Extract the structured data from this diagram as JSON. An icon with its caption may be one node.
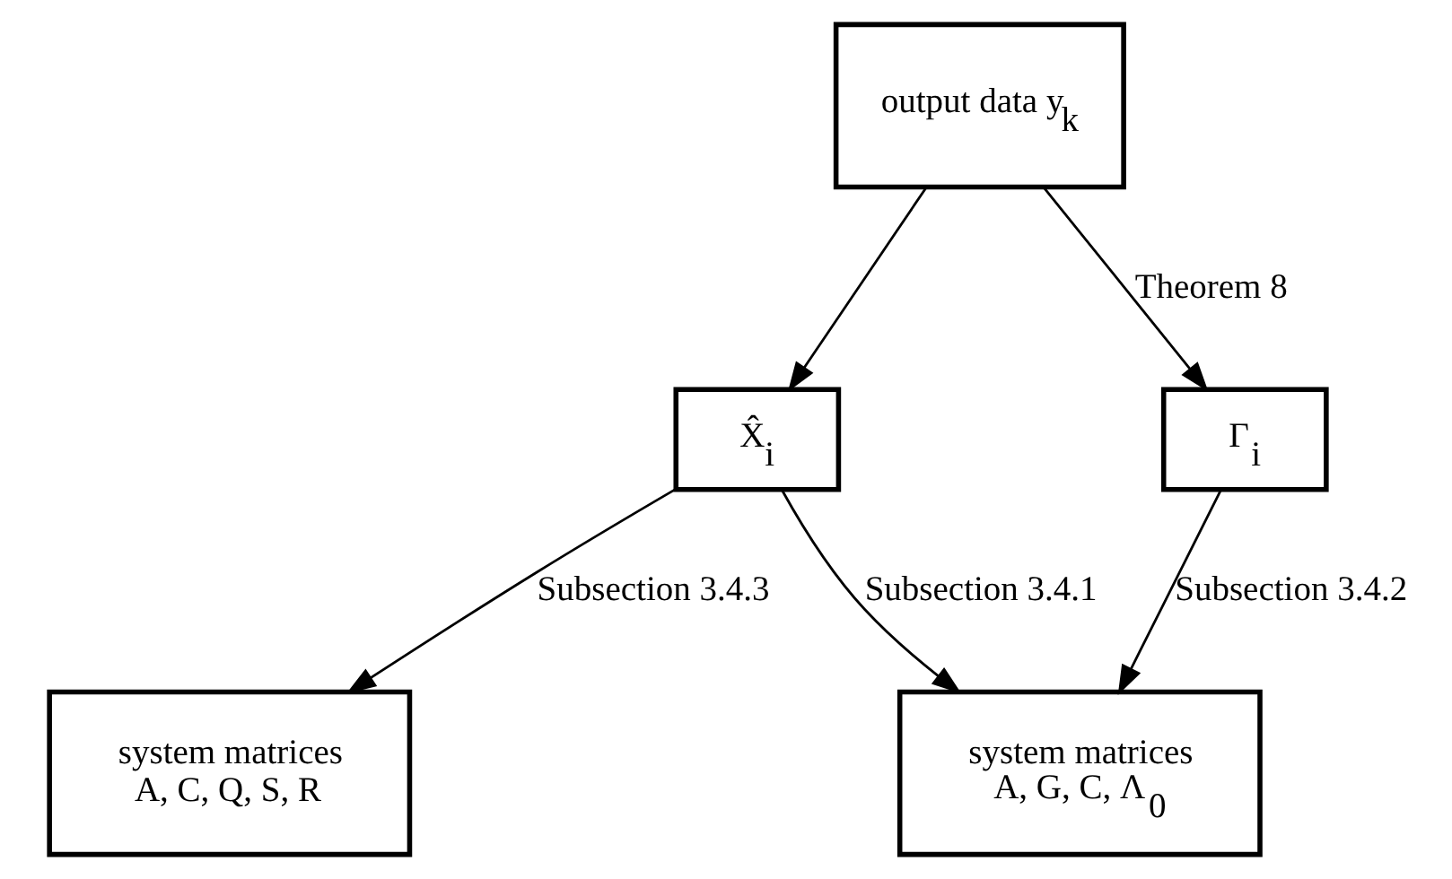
{
  "diagram": {
    "nodes": [
      {
        "text": [
          "output data y$_{k}$"
        ]
      },
      {
        "text": [
          "X̂$_{i}$"
        ]
      },
      {
        "text": [
          "Γ$_{i}$"
        ]
      },
      {
        "text": [
          "system matrices",
          "A, C, Q, S, R"
        ]
      },
      {
        "text": [
          "system matrices",
          "A, G, C, Λ$_{0}$"
        ]
      }
    ],
    "edges": [
      {
        "from": 0,
        "to": 1,
        "arrow": "to"
      },
      {
        "from": 0,
        "to": 2,
        "arrow": "to",
        "label": "Theorem 8"
      },
      {
        "from": 1,
        "to": 3,
        "arrow": "to",
        "label": "Subsection 3.4.3"
      },
      {
        "from": 1,
        "to": 4,
        "arrow": "to",
        "label": "Subsection 3.4.1"
      },
      {
        "from": 2,
        "to": 4,
        "arrow": "to",
        "label": "Subsection 3.4.2"
      }
    ]
  }
}
